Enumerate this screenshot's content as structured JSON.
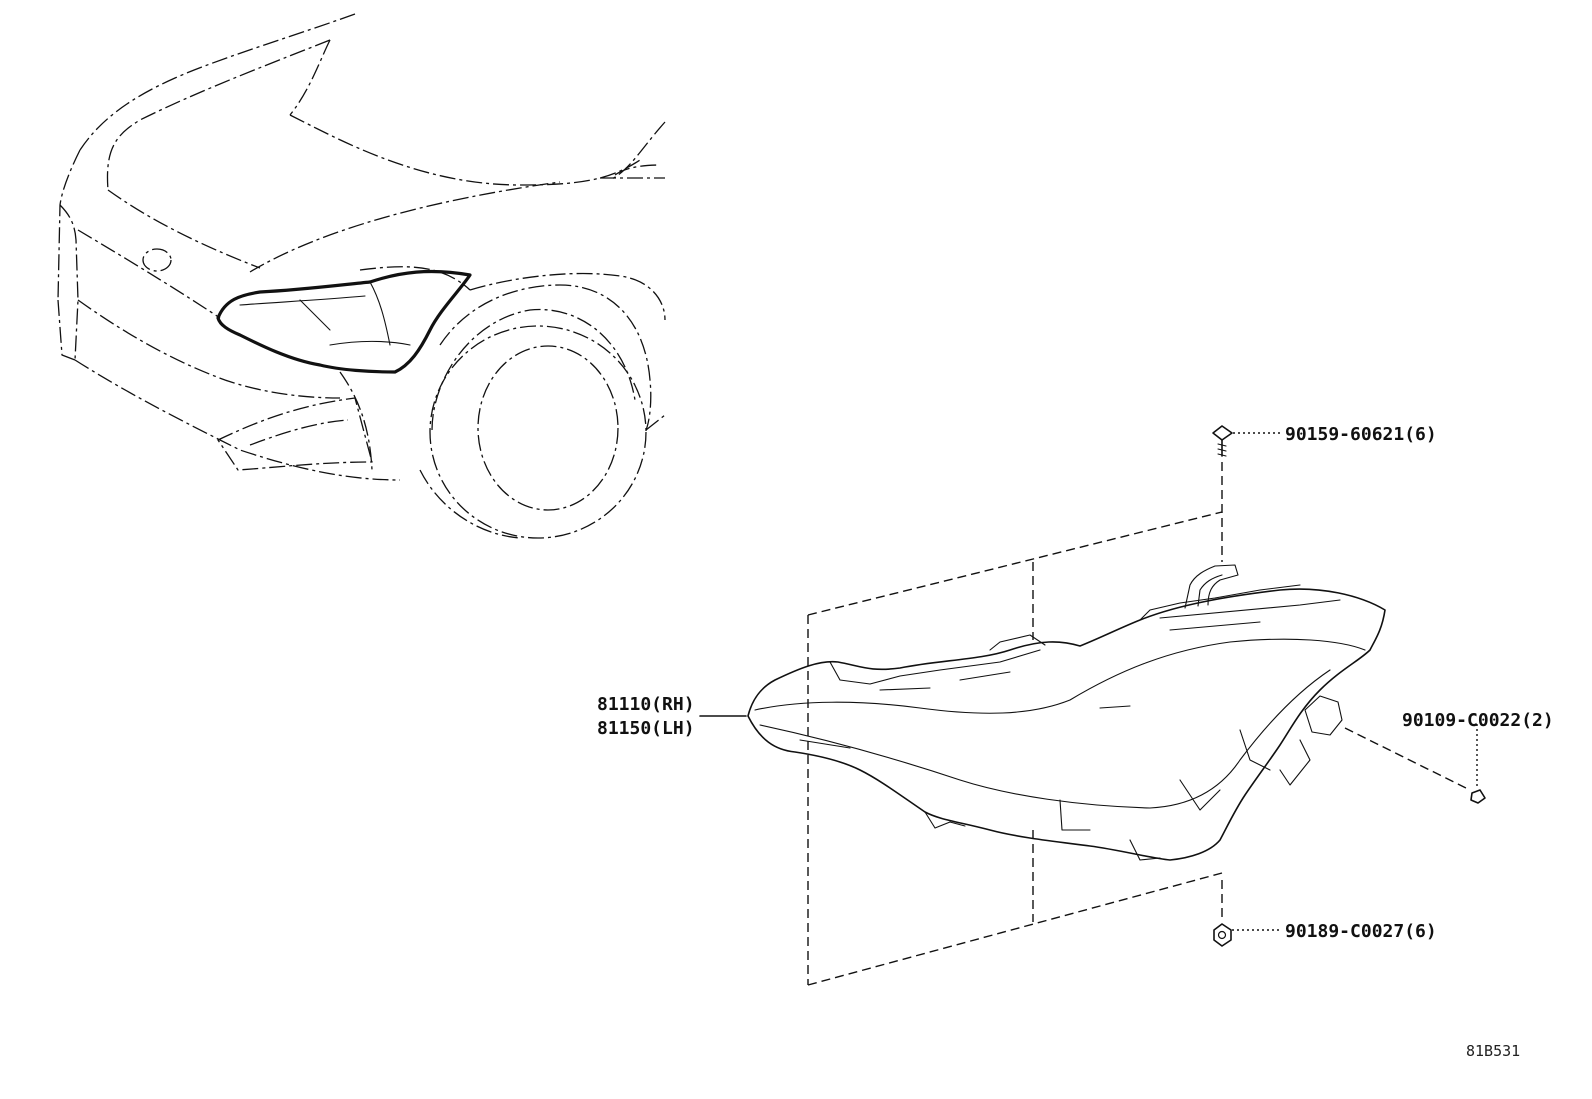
{
  "callouts": {
    "headlamp_rh": "81110(RH)",
    "headlamp_lh": "81150(LH)",
    "bolt_top": "90159-60621(6)",
    "screw_side": "90109-C0022(2)",
    "nut_bottom": "90189-C0027(6)"
  },
  "diagram_code": "81B531"
}
